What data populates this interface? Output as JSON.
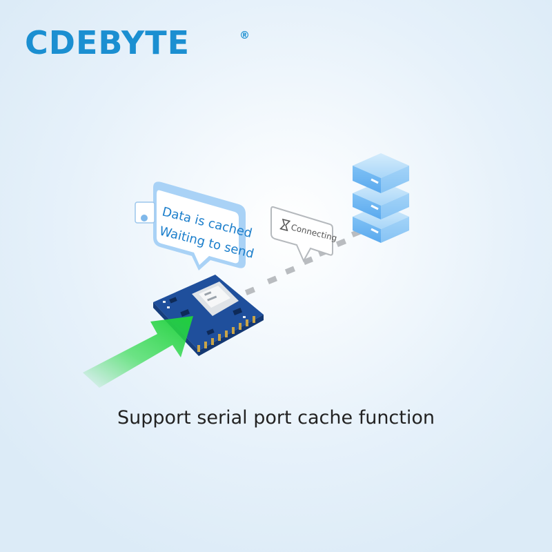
{
  "brand": {
    "name": "CDEBYTE",
    "registered_mark": "®"
  },
  "cache_bubble": {
    "line1": "Data is cached",
    "line2": "Waiting to send"
  },
  "status_bubble": {
    "label": "Connecting"
  },
  "caption": "Support serial port cache function",
  "icons": {
    "status": "hourglass-icon",
    "server": "server-stack-icon",
    "arrow": "green-arrow-icon",
    "module": "circuit-board-icon"
  },
  "colors": {
    "brand": "#1b8fd1",
    "bubble_text": "#1b7ecb",
    "arrow": "#2ed84a",
    "board": "#2a5aa8"
  }
}
